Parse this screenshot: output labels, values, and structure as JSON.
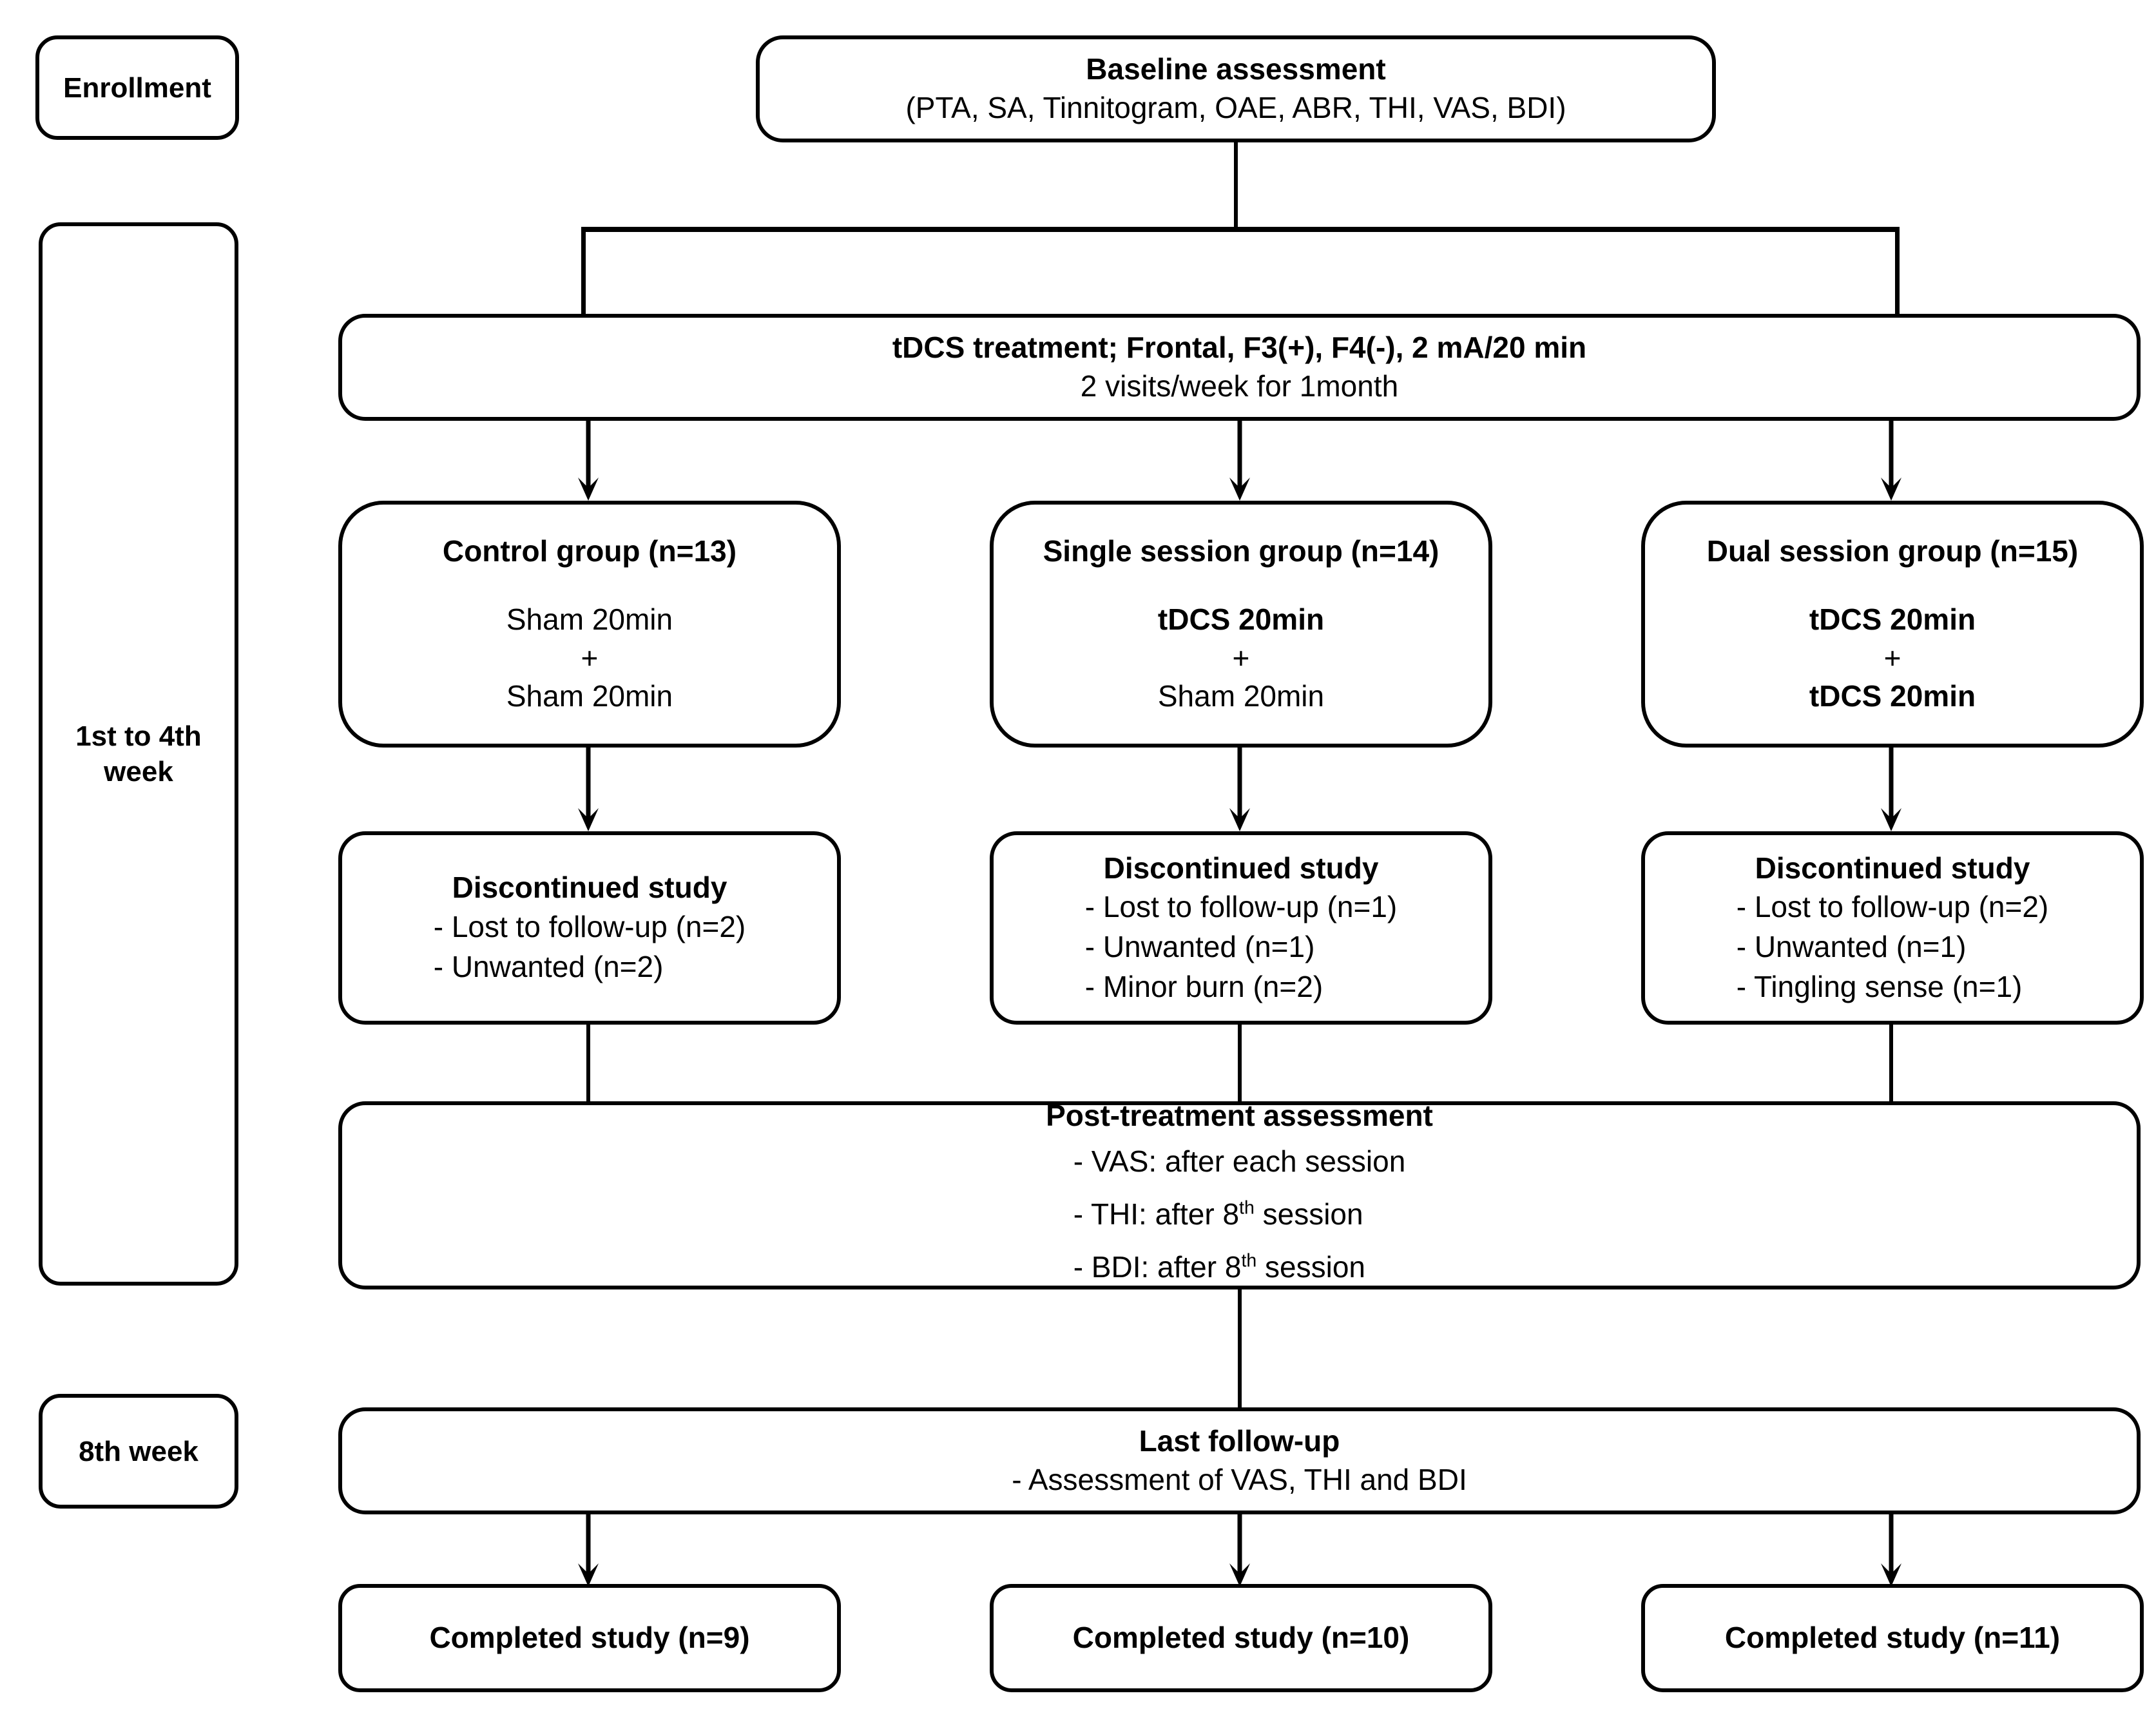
{
  "diagram": {
    "title": "tDCS tinnitus trial CONSORT flow diagram",
    "stroke_color": "#000000",
    "background_color": "#ffffff"
  },
  "phases": [
    {
      "id": "enrollment",
      "label": "Enrollment"
    },
    {
      "id": "week1to4",
      "label": "1st to 4th\nweek",
      "line1": "1st to 4th",
      "line2": "week"
    },
    {
      "id": "week8",
      "label": "8th week"
    }
  ],
  "nodes": {
    "baseline": {
      "title": "Baseline assessment",
      "subtitle": "(PTA, SA, Tinnitogram, OAE, ABR, THI, VAS, BDI)"
    },
    "treatment": {
      "title": "tDCS treatment; Frontal, F3(+), F4(-), 2 mA/20 min",
      "subtitle": "2 visits/week for 1month"
    },
    "groups": [
      {
        "id": "control",
        "title": "Control group (n=13)",
        "line1": "Sham 20min",
        "line1_bold": false,
        "plus": "+",
        "line2": "Sham 20min",
        "line2_bold": false
      },
      {
        "id": "single",
        "title": "Single session group (n=14)",
        "line1": "tDCS 20min",
        "line1_bold": true,
        "plus": "+",
        "line2": "Sham 20min",
        "line2_bold": false
      },
      {
        "id": "dual",
        "title": "Dual session group (n=15)",
        "line1": "tDCS 20min",
        "line1_bold": true,
        "plus": "+",
        "line2": "tDCS 20min",
        "line2_bold": true
      }
    ],
    "discontinued": [
      {
        "id": "control",
        "title": "Discontinued study",
        "items": [
          "- Lost to follow-up (n=2)",
          "- Unwanted (n=2)"
        ]
      },
      {
        "id": "single",
        "title": "Discontinued study",
        "items": [
          "- Lost to follow-up (n=1)",
          "- Unwanted (n=1)",
          "- Minor burn (n=2)"
        ]
      },
      {
        "id": "dual",
        "title": "Discontinued study",
        "items": [
          "- Lost to follow-up (n=2)",
          "- Unwanted (n=1)",
          "- Tingling sense (n=1)"
        ]
      }
    ],
    "post_treatment": {
      "title": "Post-treatment assessment",
      "item1": "- VAS: after each session",
      "item2_pre": "- THI: after 8",
      "item2_sup": "th",
      "item2_post": " session",
      "item3_pre": "- BDI: after 8",
      "item3_sup": "th",
      "item3_post": " session"
    },
    "last_followup": {
      "title": "Last follow-up",
      "subtitle": "- Assessment of VAS, THI and BDI"
    },
    "completed": [
      {
        "id": "control",
        "label": "Completed study (n=9)"
      },
      {
        "id": "single",
        "label": "Completed study (n=10)"
      },
      {
        "id": "dual",
        "label": "Completed study (n=11)"
      }
    ]
  }
}
